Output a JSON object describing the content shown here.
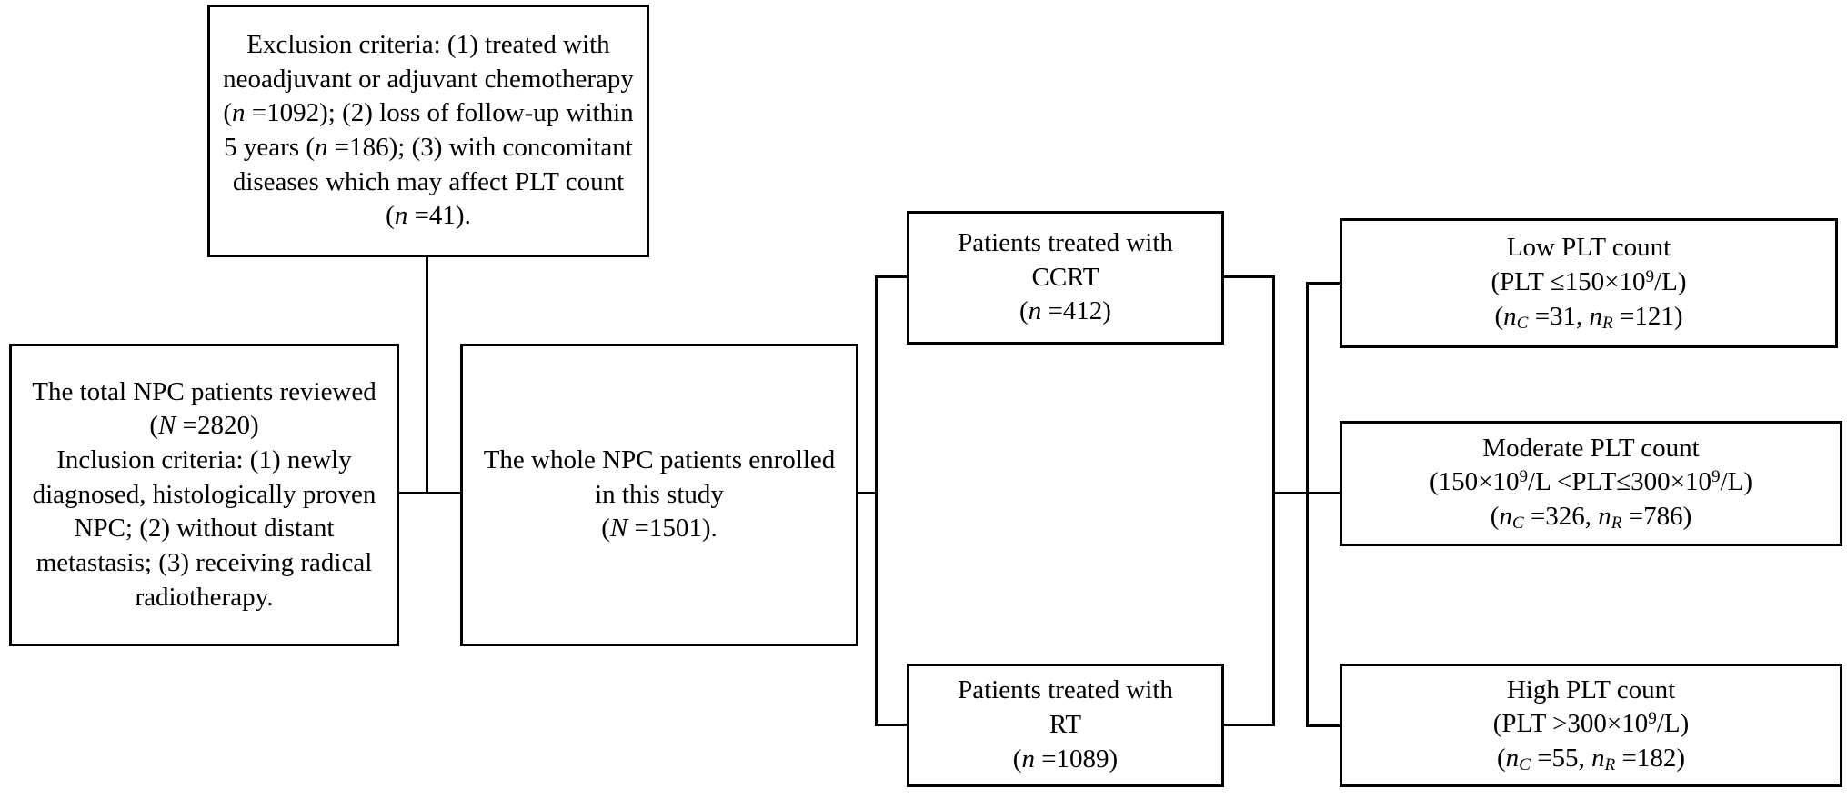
{
  "figure": {
    "type": "flowchart",
    "orientation": "left-to-right",
    "background_color": "#ffffff",
    "line_color": "#000000",
    "text_color": "#000000"
  },
  "boxes": {
    "exclusion": {
      "name": "exclusion-criteria-box",
      "text": "Exclusion criteria: (1) treated with\nneoadjuvant or adjuvant chemotherapy\n(n =1092); (2) loss of follow-up within\n5 years (n =186); (3) with concomitant\ndiseases which may affect PLT count\n(n =41).",
      "counts": {
        "chemotherapy": 1092,
        "loss_of_followup_5y": 186,
        "concomitant_diseases": 41
      }
    },
    "total_npc": {
      "name": "total-npc-patients-box",
      "text": "The total NPC patients reviewed\n(N =2820)\nInclusion criteria: (1) newly\ndiagnosed, histologically proven\nNPC; (2) without distant\nmetastasis; (3) receiving radical\nradiotherapy.",
      "count": 2820
    },
    "enrolled": {
      "name": "enrolled-patients-box",
      "text": "The whole NPC patients enrolled\nin this study\n(N =1501).",
      "count": 1501
    },
    "ccrt": {
      "name": "ccrt-patients-box",
      "text": "Patients treated with\nCCRT\n(n =412)",
      "count": 412
    },
    "rt": {
      "name": "rt-patients-box",
      "text": "Patients treated with\nRT\n(n =1089)",
      "count": 1089
    },
    "low_plt": {
      "name": "low-plt-count-box",
      "title": "Low PLT count",
      "range": "(PLT ≤150×10⁹/L)",
      "counts": "(n_C =31, n_R =121)",
      "n_ccrt": 31,
      "n_rt": 121
    },
    "moderate_plt": {
      "name": "moderate-plt-count-box",
      "title": "Moderate PLT count",
      "range": "(150×10⁹/L <PLT≤300×10⁹/L)",
      "counts": "(n_C =326, n_R =786)",
      "n_ccrt": 326,
      "n_rt": 786
    },
    "high_plt": {
      "name": "high-plt-count-box",
      "title": "High PLT count",
      "range": "(PLT >300×10⁹/L)",
      "counts": "(n_C =55, n_R =182)",
      "n_ccrt": 55,
      "n_rt": 182
    }
  }
}
